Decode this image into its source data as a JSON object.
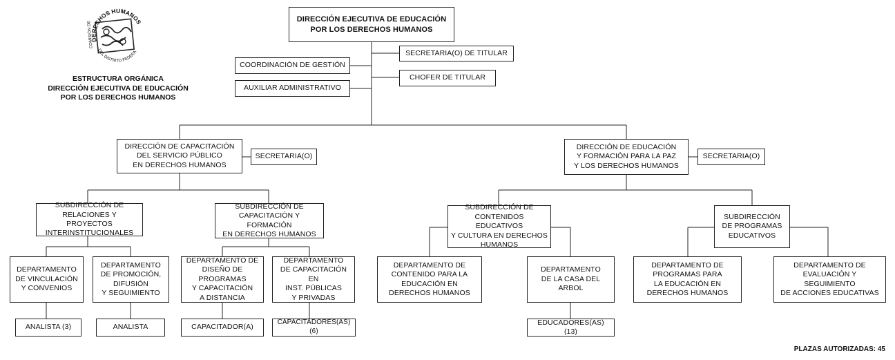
{
  "logo": {
    "ring_text_top": "DERECHOS HUMANOS",
    "ring_text_left": "COMISIÓN DE",
    "ring_text_bottom": "DEL DISTRITO FEDERAL"
  },
  "caption": "ESTRUCTURA ORGÁNICA\nDIRECCIÓN EJECUTIVA DE EDUCACIÓN\nPOR LOS DERECHOS HUMANOS",
  "nodes": {
    "root": "DIRECCIÓN EJECUTIVA DE EDUCACIÓN\nPOR LOS DERECHOS HUMANOS",
    "coordinacion": "COORDINACIÓN DE GESTIÓN",
    "auxiliar": "AUXILIAR ADMINISTRATIVO",
    "secretaria_titular": "SECRETARIA(O) DE TITULAR",
    "chofer": "CHOFER DE TITULAR",
    "dir_capacitacion": "DIRECCIÓN DE CAPACITACIÓN\nDEL SERVICIO PÚBLICO\nEN DERECHOS HUMANOS",
    "sec_cap": "SECRETARIA(O)",
    "dir_educacion": "DIRECCIÓN DE EDUCACIÓN\nY FORMACIÓN PARA LA PAZ\nY LOS DERECHOS HUMANOS",
    "sec_edu": "SECRETARIA(O)",
    "sub_relaciones": "SUBDIRECCIÓN DE\nRELACIONES Y PROYECTOS\nINTERINSTITUCIONALES",
    "sub_capacitacion": "SUBDIRECCIÓN DE\nCAPACITACIÓN Y FORMACIÓN\nEN DERECHOS HUMANOS",
    "sub_contenidos": "SUBDIRECCIÓN DE\nCONTENIDOS EDUCATIVOS\nY CULTURA EN DERECHOS\nHUMANOS",
    "sub_programas": "SUBDIRECCIÓN\nDE PROGRAMAS\nEDUCATIVOS",
    "dep_vinculacion": "DEPARTAMENTO\nDE VINCULACIÓN\nY CONVENIOS",
    "dep_promocion": "DEPARTAMENTO\nDE PROMOCIÓN,\nDIFUSIÓN\nY SEGUIMIENTO",
    "dep_diseno": "DEPARTAMENTO DE\nDISEÑO DE PROGRAMAS\nY CAPACITACIÓN\nA DISTANCIA",
    "dep_inst": "DEPARTAMENTO\nDE CAPACITACIÓN EN\nINST. PÚBLICAS\nY PRIVADAS",
    "dep_contenido": "DEPARTAMENTO DE\nCONTENIDO PARA LA\nEDUCACIÓN EN\nDERECHOS HUMANOS",
    "dep_casa": "DEPARTAMENTO\nDE LA CASA DEL\nARBOL",
    "dep_prog_edu": "DEPARTAMENTO DE\nPROGRAMAS PARA\nLA EDUCACIÓN EN\nDERECHOS HUMANOS",
    "dep_evaluacion": "DEPARTAMENTO DE\nEVALUACIÓN Y SEGUIMIENTO\nDE ACCIONES EDUCATIVAS",
    "analista3": "ANALISTA  (3)",
    "analista": "ANALISTA",
    "capacitador": "CAPACITADOR(A)",
    "capacitadores": "CAPACITADORES(AS)  (6)",
    "educadores": "EDUCADORES(AS)  (13)"
  },
  "footer": "PLAZAS AUTORIZADAS: 45",
  "colors": {
    "line": "#222222",
    "text": "#111111",
    "background": "#ffffff"
  }
}
